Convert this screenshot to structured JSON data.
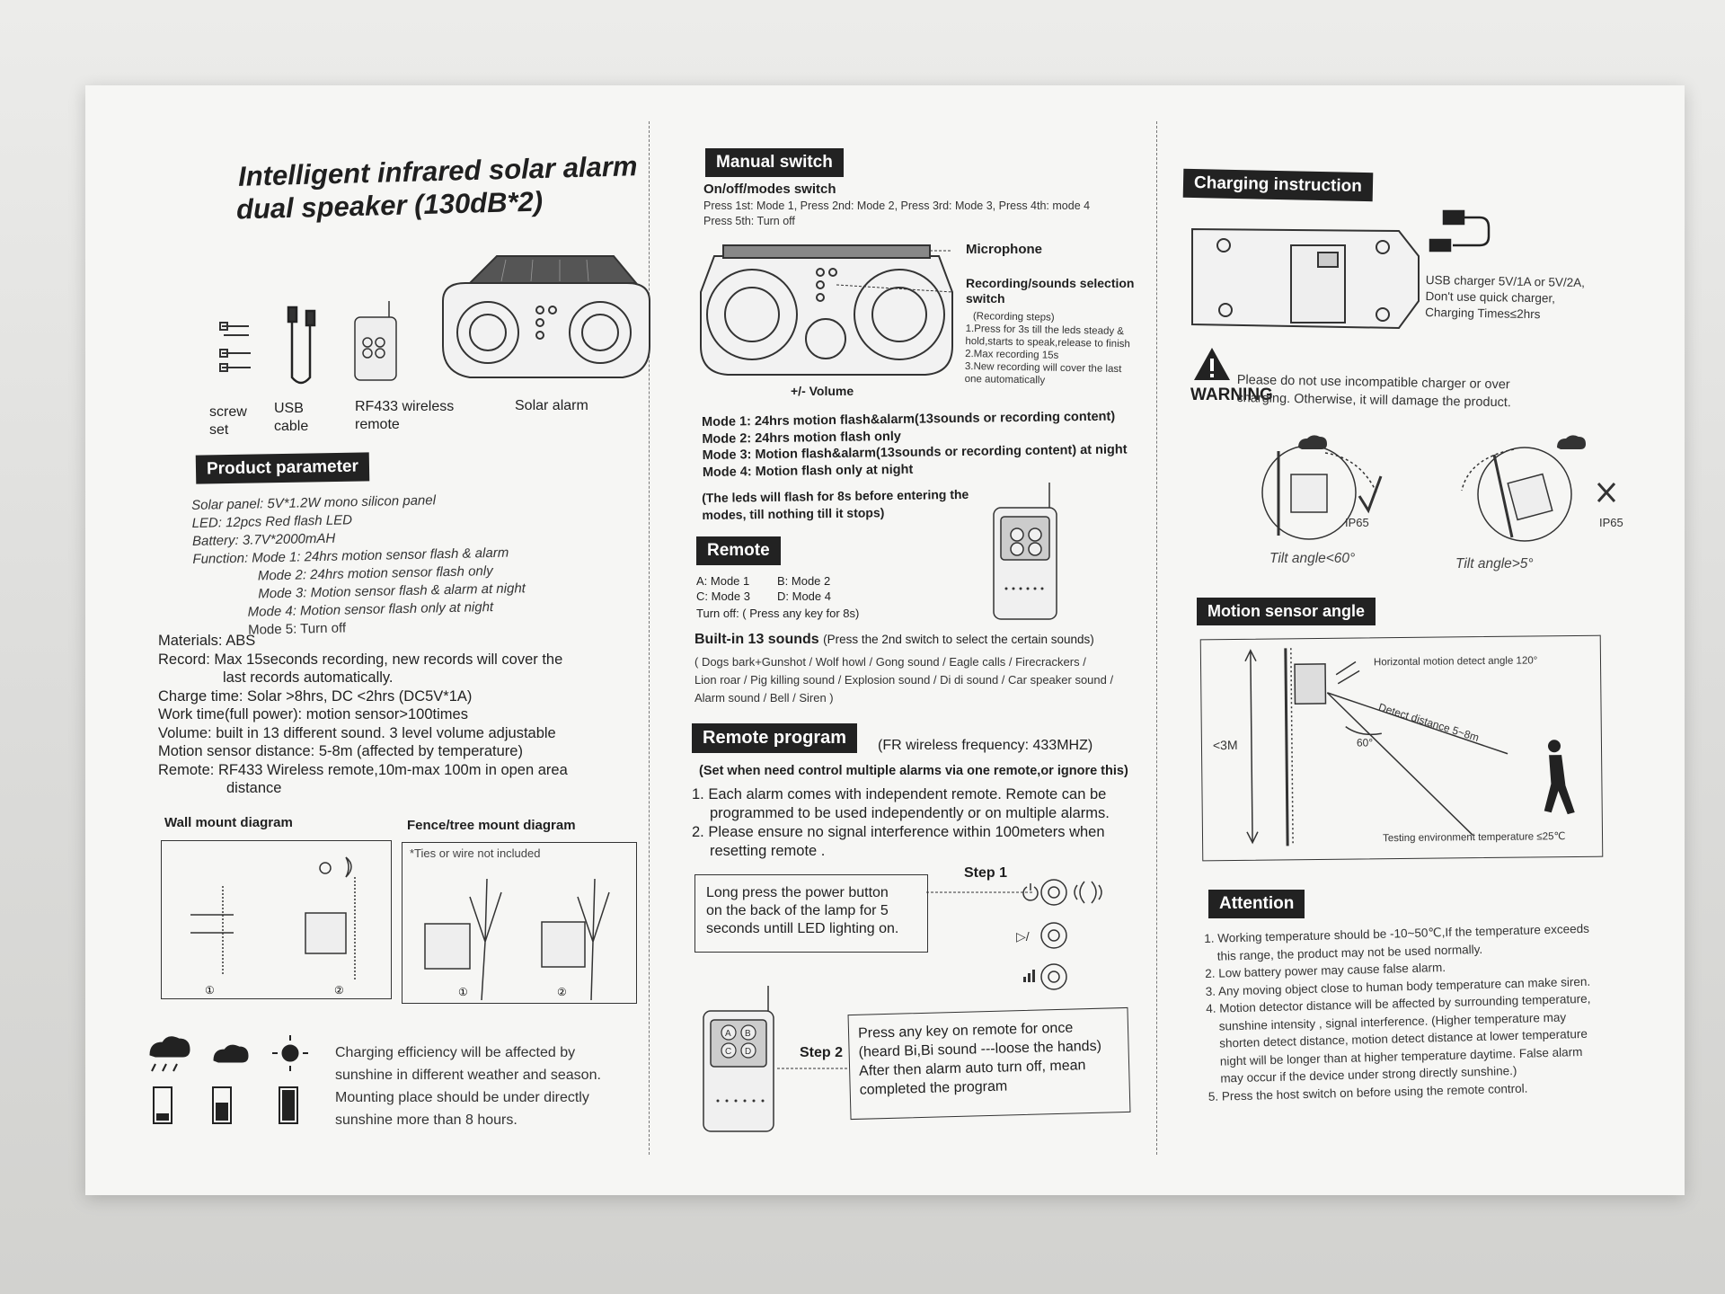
{
  "left": {
    "title1": "Intelligent infrared solar alarm",
    "title2": "dual speaker (130dB*2)",
    "items": [
      {
        "l1": "screw",
        "l2": "set"
      },
      {
        "l1": "USB",
        "l2": "cable"
      },
      {
        "l1": "RF433 wireless",
        "l2": "remote"
      },
      {
        "l1": "Solar alarm",
        "l2": ""
      }
    ],
    "param_header": "Product parameter",
    "params_italic": [
      "Solar panel: 5V*1.2W mono silicon panel",
      "LED: 12pcs Red flash LED",
      "Battery: 3.7V*2000mAH",
      "Function: Mode 1: 24hrs motion sensor flash & alarm",
      "Mode 2: 24hrs motion sensor flash only",
      "Mode 3: Motion sensor flash & alarm at night",
      "Mode 4: Motion sensor flash only at night",
      "Mode 5: Turn off"
    ],
    "params": [
      "Materials: ABS",
      "Record: Max 15seconds recording, new records will cover the",
      "last records automatically.",
      "Charge time: Solar >8hrs,  DC <2hrs  (DC5V*1A)",
      "Work time(full power):  motion sensor>100times",
      "Volume: built in 13 different sound. 3 level volume adjustable",
      "Motion sensor distance: 5-8m  (affected by temperature)",
      "Remote: RF433 Wireless remote,10m-max 100m in open area",
      "distance"
    ],
    "wall_title": "Wall mount diagram",
    "fence_title": "Fence/tree mount diagram",
    "fence_note": "*Ties or wire not included",
    "n1": "①",
    "n2": "②",
    "charging_note": [
      "Charging efficiency will be affected by",
      "sunshine in different weather and season.",
      "Mounting place should be under directly",
      "sunshine more than 8 hours."
    ]
  },
  "middle": {
    "manual_header": "Manual switch",
    "onoff_title": "On/off/modes switch",
    "onoff_l1": "Press 1st: Mode 1,  Press 2nd: Mode 2,  Press 3rd: Mode 3,  Press 4th: mode 4",
    "onoff_l2": "Press 5th: Turn off",
    "microphone": "Microphone",
    "rec_title1": "Recording/sounds selection",
    "rec_title2": "switch",
    "rec_steps": [
      "(Recording steps)",
      "1.Press for 3s till the leds steady &",
      "hold,starts to speak,release to finish",
      "2.Max recording 15s",
      "3.New recording will cover the last",
      "one automatically"
    ],
    "volume_label": "+/- Volume",
    "modes": [
      "Mode 1: 24hrs motion flash&alarm(13sounds or recording content)",
      "Mode 2: 24hrs motion flash only",
      "Mode 3: Motion flash&alarm(13sounds or recording content) at night",
      "Mode 4: Motion flash only at night"
    ],
    "leds_note1": "(The leds will flash for 8s before entering the",
    "leds_note2": "modes, till nothing till it stops)",
    "remote_header": "Remote",
    "remote_a": "A: Mode 1",
    "remote_b": "B: Mode 2",
    "remote_c": "C: Mode 3",
    "remote_d": "D: Mode 4",
    "remote_off": "Turn off:   ( Press any key for 8s)",
    "sounds_title": "Built-in 13 sounds",
    "sounds_note": "(Press the 2nd switch to select the certain sounds)",
    "sounds_list": [
      "( Dogs bark+Gunshot / Wolf howl / Gong sound / Eagle calls / Firecrackers /",
      "Lion roar / Pig killing sound / Explosion sound / Di di  sound / Car speaker sound /",
      "Alarm sound / Bell / Siren )"
    ],
    "program_header": "Remote program",
    "program_freq": "(FR wireless frequency: 433MHZ)",
    "program_note": "(Set when need control multiple alarms via one remote,or ignore this)",
    "program_list": [
      "1. Each alarm comes with independent remote. Remote can be",
      "programmed to be used independently or on multiple alarms.",
      "2. Please ensure no signal interference within 100meters when",
      "resetting remote ."
    ],
    "step1_label": "Step 1",
    "step1_text": [
      "Long press the power button",
      "on the back of the lamp for 5",
      "seconds untill  LED lighting on."
    ],
    "step2_label": "Step 2",
    "step2_text": [
      "Press any key on remote for once",
      "(heard Bi,Bi sound ---loose the hands)",
      "After then alarm auto turn off, mean",
      "completed the program"
    ],
    "btn_a": "A",
    "btn_b": "B",
    "btn_c": "C",
    "btn_d": "D"
  },
  "right": {
    "charging_header": "Charging instruction",
    "usb_note": [
      "USB charger 5V/1A or 5V/2A,",
      "Don't use quick charger,",
      "Charging Times≤2hrs"
    ],
    "warning_label": "WARNING",
    "warning_text": [
      "Please do not use incompatible charger or over",
      "charging. Otherwise, it will damage the product."
    ],
    "ip65_ok": "IP65",
    "ip65_x": "IP65",
    "tilt_ok": "Tilt angle<60°",
    "tilt_x": "Tilt angle>5°",
    "motion_header": "Motion sensor angle",
    "motion_horizontal": "Horizontal motion detect angle 120°",
    "motion_distance": "Detect distance 5~8m",
    "motion_height": "<3M",
    "motion_angle": "60°",
    "motion_temp": "Testing environment temperature ≤25℃",
    "attention_header": "Attention",
    "attention_list": [
      "1. Working temperature should be -10~50℃,If the temperature exceeds",
      "this range, the product may not be used normally.",
      "2. Low battery power may cause false alarm.",
      "3. Any moving object close to human body temperature can make siren.",
      "4. Motion detector distance will be affected by surrounding temperature,",
      "sunshine intensity , signal interference. (Higher temperature may",
      "shorten detect distance, motion detect distance at lower temperature",
      "night will be longer than at higher temperature daytime. False alarm",
      "may occur if the device under strong directly sunshine.)",
      "5. Press the host switch on before using the remote control."
    ]
  }
}
